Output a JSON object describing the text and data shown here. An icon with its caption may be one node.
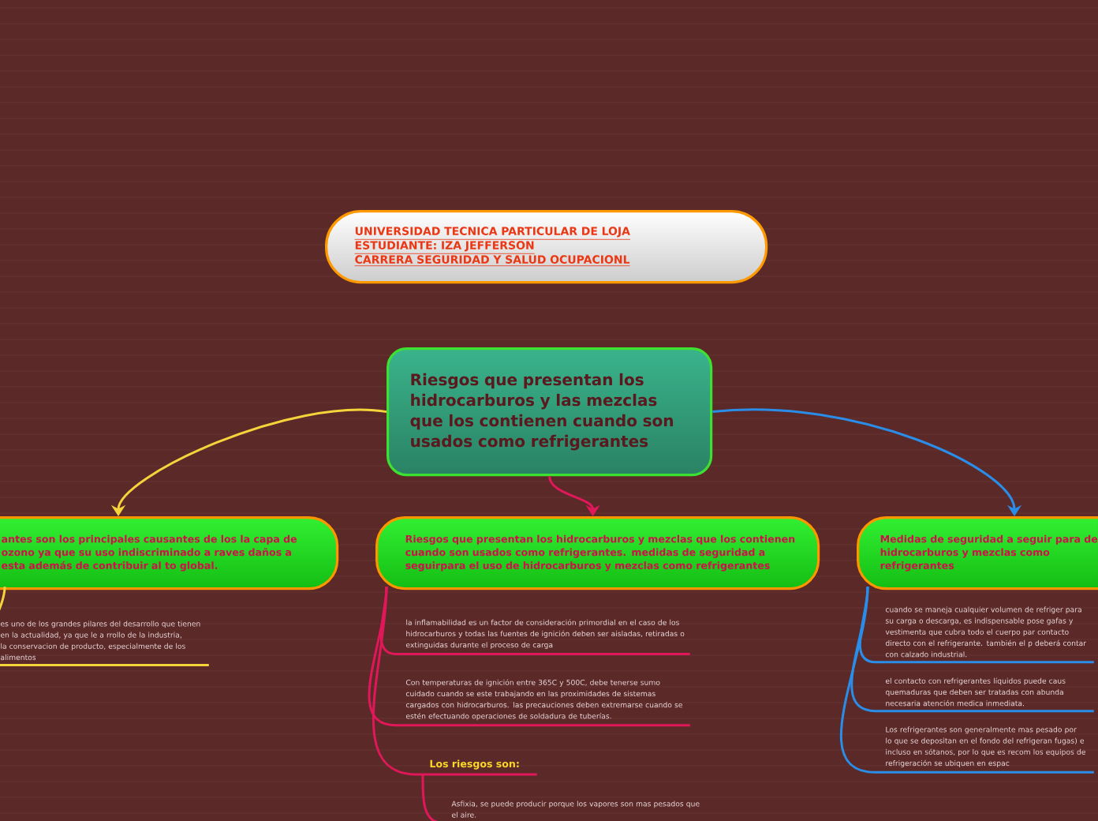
{
  "diagram": {
    "nodes": [
      {
        "text": [
          "UNIVERSIDAD TECNICA PARTICULAR DE LOJA",
          "ESTUDIANTE: IZA JEFFERSON",
          "CARRERA SEGURIDAD Y SALUD OCUPACIONL"
        ]
      },
      {
        "text": [
          "Riesgos que presentan los hidrocarburos y las mezclas que los contienen cuando son usados como refrigerantes"
        ]
      },
      {
        "text": [
          "antes son los principales causantes de los la capa de ozono ya que su uso indiscriminado a raves daños a esta además de contribuir al to global."
        ]
      },
      {
        "text": [
          "es uno de los grandes pilares del desarrollo que tienen en la actualidad, ya que le a rrollo de la industria, la conservacion de producto, especialmente de los alimentos"
        ]
      },
      {
        "text": [
          "Riesgos que presentan los hidrocarburos y mezclas que los contienen cuando son usados como refrigerantes. medidas de seguridad a seguirpara el uso de hidrocarburos y mezclas como refrigerantes"
        ]
      },
      {
        "text": [
          "la inflamabilidad es un factor de consideración primordial en el caso de los hidrocarburos y todas las fuentes de ignición deben ser aisladas, retiradas o extinguidas durante el proceso de carga"
        ]
      },
      {
        "text": [
          "Con temperaturas de ignición entre 365C y 500C, debe tenerse sumo cuidado cuando se este trabajando en las proximidades de sistemas cargados con hidrocarburos. las precauciones deben extremarse cuando se estén efectuando operaciones de soldadura de tuberías."
        ]
      },
      {
        "text": [
          "Los riesgos son:"
        ]
      },
      {
        "text": [
          "Asfixia, se puede producir porque los vapores son mas pesados que el aire."
        ]
      },
      {
        "text": [
          "Medidas de seguridad a seguir para de hidrocarburos y mezclas como refrigerantes"
        ]
      },
      {
        "text": [
          "cuando se maneja cualquier volumen de refriger para su carga o descarga, es indispensable pose gafas y vestimenta que cubra todo el cuerpo par contacto directo con el refrigerante. también el p deberá contar con calzado industrial."
        ]
      },
      {
        "text": [
          "el contacto con refrigerantes líquidos puede caus quemaduras que deben ser tratadas con abunda necesaria atención medica inmediata."
        ]
      },
      {
        "text": [
          "Los refrigerantes son generalmente mas pesado por lo que se depositan en el fondo del refrigeran fugas) e incluso en sótanos, por lo que es recom los equipos de refrigeración se ubiquen en espac"
        ]
      }
    ],
    "edges": [
      {
        "from": 1,
        "to": 2,
        "arrow": "to",
        "color": "#f5d33a"
      },
      {
        "from": 1,
        "to": 4,
        "arrow": "to",
        "color": "#e0185a"
      },
      {
        "from": 1,
        "to": 9,
        "arrow": "to",
        "color": "#2a8de8"
      },
      {
        "from": 2,
        "to": 3,
        "arrow": "none",
        "color": "#f5d33a"
      },
      {
        "from": 4,
        "to": 5,
        "arrow": "none",
        "color": "#e0185a"
      },
      {
        "from": 4,
        "to": 6,
        "arrow": "none",
        "color": "#e0185a"
      },
      {
        "from": 4,
        "to": 7,
        "arrow": "none",
        "color": "#e0185a"
      },
      {
        "from": 7,
        "to": 8,
        "arrow": "none",
        "color": "#e0185a"
      },
      {
        "from": 9,
        "to": 10,
        "arrow": "none",
        "color": "#2a8de8"
      },
      {
        "from": 9,
        "to": 11,
        "arrow": "none",
        "color": "#2a8de8"
      },
      {
        "from": 9,
        "to": 12,
        "arrow": "none",
        "color": "#2a8de8"
      }
    ]
  }
}
